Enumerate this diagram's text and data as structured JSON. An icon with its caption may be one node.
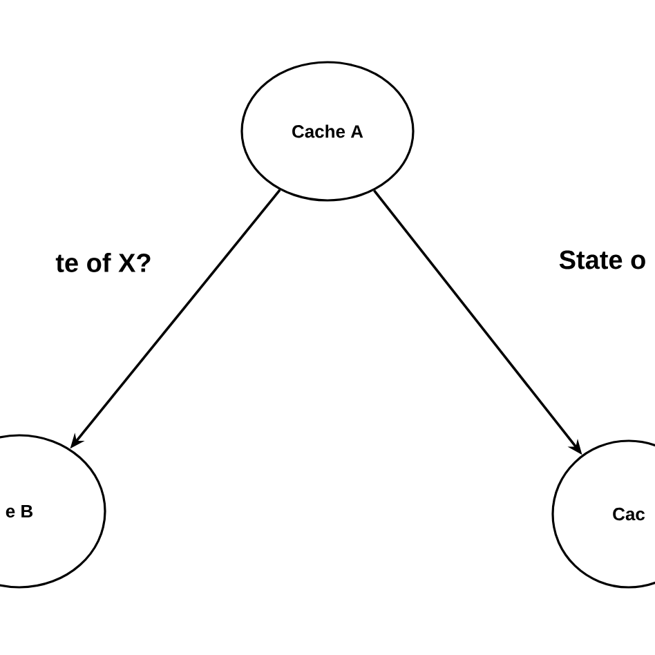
{
  "diagram": {
    "nodes": [
      {
        "text": [
          "Cache A"
        ]
      },
      {
        "text": [
          "e B"
        ]
      },
      {
        "text": [
          "Cac"
        ]
      }
    ],
    "edges": [
      {
        "from": 0,
        "to": 1,
        "arrow": "to",
        "label": "te of X?"
      },
      {
        "from": 0,
        "to": 2,
        "arrow": "to",
        "label": "State o"
      }
    ]
  }
}
